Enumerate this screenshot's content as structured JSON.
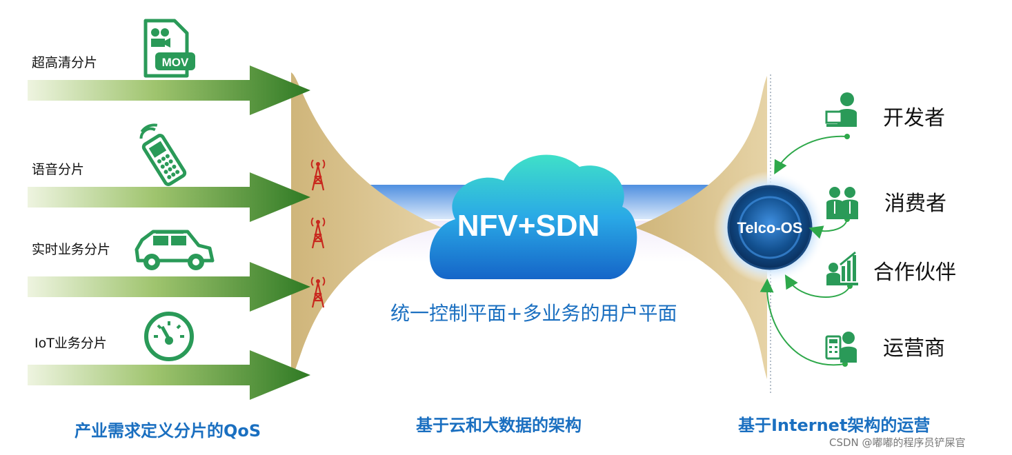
{
  "slices": [
    {
      "label": "超高清分片",
      "icon": "mov-file-icon",
      "icon_text": "MOV"
    },
    {
      "label": "语音分片",
      "icon": "mobile-phone-icon"
    },
    {
      "label": "实时业务分片",
      "icon": "car-icon"
    },
    {
      "label": "IoT业务分片",
      "icon": "gauge-icon"
    }
  ],
  "cloud": {
    "label": "NFV+SDN"
  },
  "center_caption": "统一控制平面+多业务的用户平面",
  "telco_os": {
    "label": "Telco-OS"
  },
  "roles": [
    {
      "label": "开发者",
      "icon": "developer-icon"
    },
    {
      "label": "消费者",
      "icon": "consumer-icon"
    },
    {
      "label": "合作伙伴",
      "icon": "partner-icon"
    },
    {
      "label": "运营商",
      "icon": "operator-icon"
    }
  ],
  "section_titles": {
    "left": "产业需求定义分片的QoS",
    "center": "基于云和大数据的架构",
    "right": "基于Internet架构的运营"
  },
  "watermark": "CSDN @嘟嘟的程序员铲屎官",
  "colors": {
    "arrow_green": "#3d8a2e",
    "title_blue": "#1a6fc0",
    "cloud_blue": "#1a7fd8",
    "tan": "#d9c18a"
  }
}
